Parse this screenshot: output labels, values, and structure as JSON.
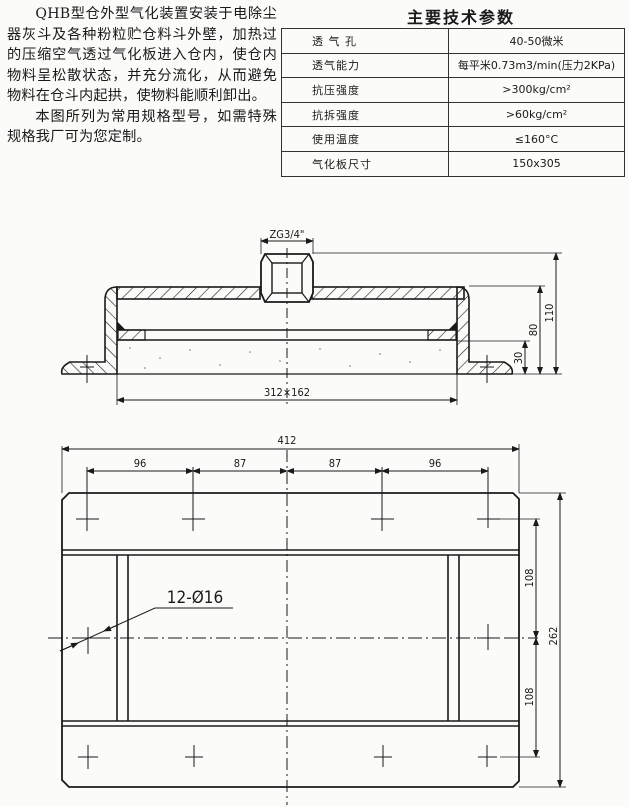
{
  "intro": {
    "paragraph1": "QHB型仓外型气化装置安装于电除尘器灰斗及各种粉粒贮仓料斗外壁，加热过的压缩空气透过气化板进入仓内，使仓内物料呈松散状态，并充分流化，从而避免物料在仓斗内起拱，使物料能顺利卸出。",
    "paragraph2": "本图所列为常用规格型号，如需特殊规格我厂可为您定制。"
  },
  "spec_table": {
    "title": "主要技术参数",
    "rows": [
      {
        "label": "透 气 孔",
        "value": "40-50微米"
      },
      {
        "label": "透气能力",
        "value": "每平米0.73m3/min(压力2KPa)"
      },
      {
        "label": "抗压强度",
        "value": ">300kg/cm²"
      },
      {
        "label": "抗拆强度",
        "value": ">60kg/cm²"
      },
      {
        "label": "使用温度",
        "value": "≤160°C"
      },
      {
        "label": "气化板尺寸",
        "value": "150x305"
      }
    ]
  },
  "section_view": {
    "thread_label": "ZG3/4\"",
    "opening_label": "312×162",
    "dim_total_height": "110",
    "dim_body_height": "80",
    "dim_flange_height": "30"
  },
  "plan_view": {
    "overall_width": "412",
    "hole_spacing": [
      "96",
      "87",
      "87",
      "96"
    ],
    "hole_callout": "12-Ø16",
    "overall_height": "262",
    "half_pitch_upper": "108",
    "half_pitch_lower": "108"
  },
  "colors": {
    "ink": "#1a1a1a",
    "paper": "#fbfbf9"
  }
}
